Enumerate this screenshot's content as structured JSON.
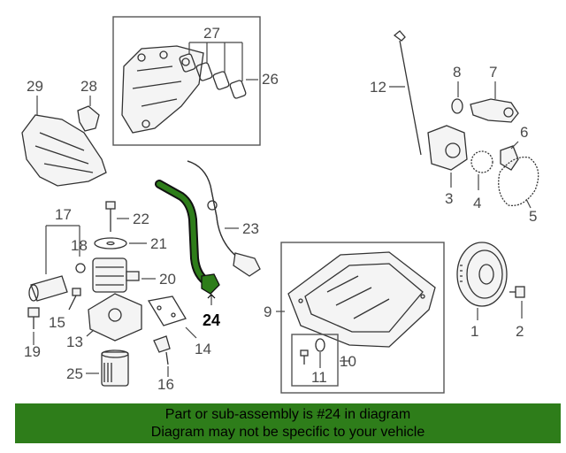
{
  "callouts": {
    "c1": "1",
    "c2": "2",
    "c3": "3",
    "c4": "4",
    "c5": "5",
    "c6": "6",
    "c7": "7",
    "c8": "8",
    "c9": "9",
    "c10": "10",
    "c11": "11",
    "c12": "12",
    "c13": "13",
    "c14": "14",
    "c15": "15",
    "c16": "16",
    "c17": "17",
    "c18": "18",
    "c19": "19",
    "c20": "20",
    "c21": "21",
    "c22": "22",
    "c23": "23",
    "c24": "24",
    "c25": "25",
    "c26": "26",
    "c27": "27",
    "c28": "28",
    "c29": "29"
  },
  "highlight": {
    "part_number": "24",
    "color": "#2e7d1a"
  },
  "banner": {
    "line1": "Part or sub-assembly is #24 in diagram",
    "line2": "Diagram may not be specific to your vehicle",
    "color": "#2e7d1a"
  }
}
